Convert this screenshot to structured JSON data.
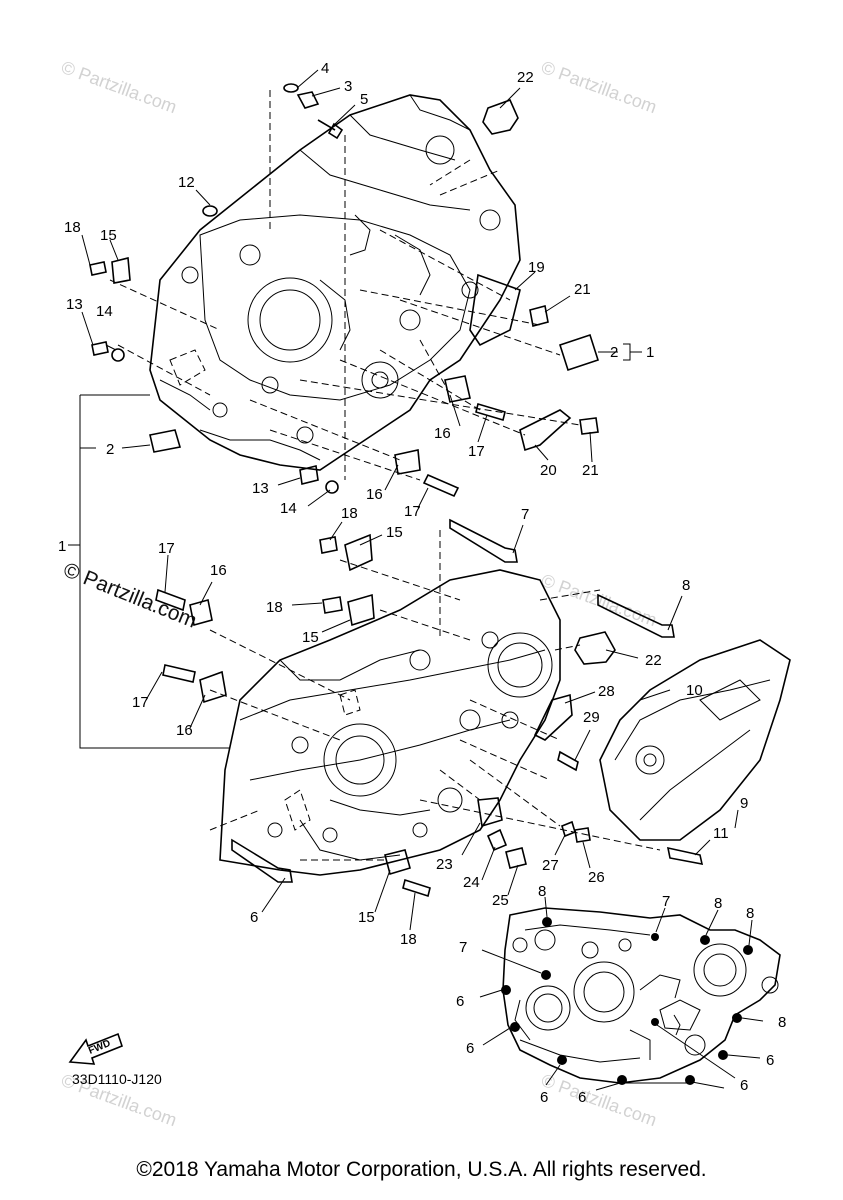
{
  "diagram": {
    "code": "33D1110-J120",
    "fwd_label": "FWD",
    "copyright": "©2018 Yamaha Motor Corporation, U.S.A. All rights reserved.",
    "watermark": "© Partzilla.com",
    "big_watermark": "© Partzilla.com",
    "callouts": [
      "4",
      "3",
      "5",
      "22",
      "12",
      "18",
      "15",
      "13",
      "14",
      "19",
      "21",
      "2",
      "1",
      "16",
      "17",
      "20",
      "21",
      "2",
      "1",
      "13",
      "14",
      "16",
      "17",
      "18",
      "15",
      "7",
      "17",
      "16",
      "8",
      "18",
      "15",
      "22",
      "17",
      "16",
      "28",
      "10",
      "29",
      "9",
      "11",
      "23",
      "27",
      "24",
      "25",
      "26",
      "6",
      "15",
      "18",
      "8",
      "7",
      "8",
      "8",
      "7",
      "6",
      "8",
      "6",
      "6",
      "6",
      "6",
      "6"
    ]
  }
}
